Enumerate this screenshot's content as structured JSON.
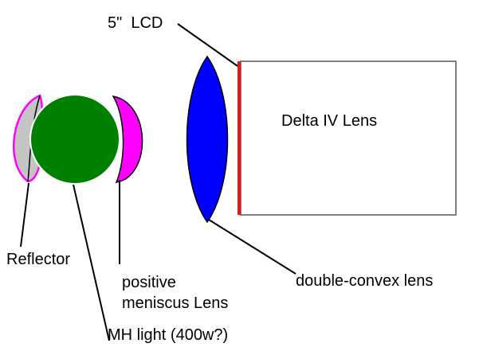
{
  "labels": {
    "lcd": "5\"  LCD",
    "delta": "Delta IV Lens",
    "reflector": "Reflector",
    "meniscus_line1": "positive",
    "meniscus_line2": "meniscus Lens",
    "double_convex": "double-convex lens",
    "mh_light": "MH light (400w?)"
  },
  "colors": {
    "reflector_fill": "#c4c4c4",
    "reflector_rim": "#ff00ff",
    "mh_light": "#008000",
    "meniscus_lens": "#ff00ff",
    "double_convex_lens": "#0000ff",
    "lcd_panel": "#d42020",
    "projector_box_stroke": "#808080",
    "leader_lines": "#000000"
  }
}
